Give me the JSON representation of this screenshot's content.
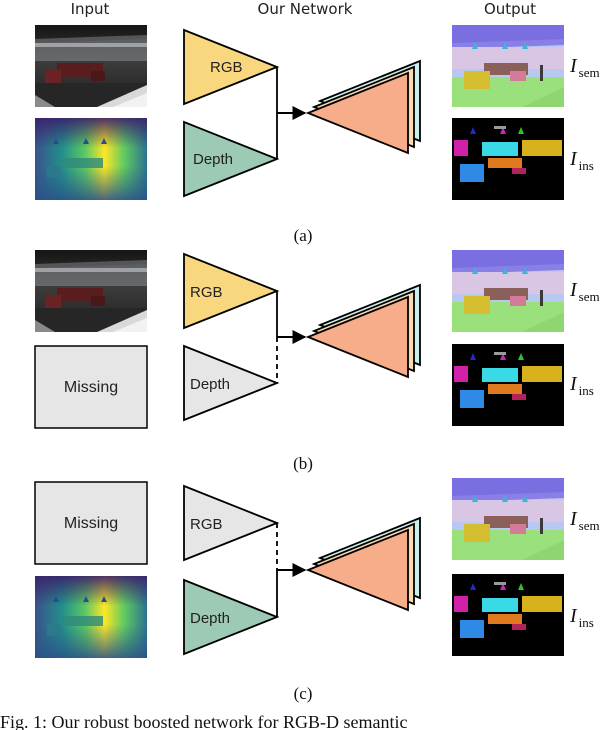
{
  "headers": {
    "input": "Input",
    "network": "Our Network",
    "output": "Output"
  },
  "encoders": {
    "rgb": "RGB",
    "depth": "Depth"
  },
  "missing_label": "Missing",
  "outputs": {
    "sem_symbol": "I",
    "sem_sub": "sem",
    "ins_symbol": "I",
    "ins_sub": "ins"
  },
  "panels": [
    {
      "label": "(a)"
    },
    {
      "label": "(b)"
    },
    {
      "label": "(c)"
    }
  ],
  "caption_partial": "Fig. 1:  Our robust boosted network for RGB-D semantic",
  "colors": {
    "rgb_fill": "#f8d77e",
    "depth_fill": "#9ccab4",
    "missing_fill": "#e6e6e6",
    "decoder_back": "#c9f0ec",
    "decoder_mid": "#fbd9b2",
    "decoder_front": "#f7ad8a"
  }
}
